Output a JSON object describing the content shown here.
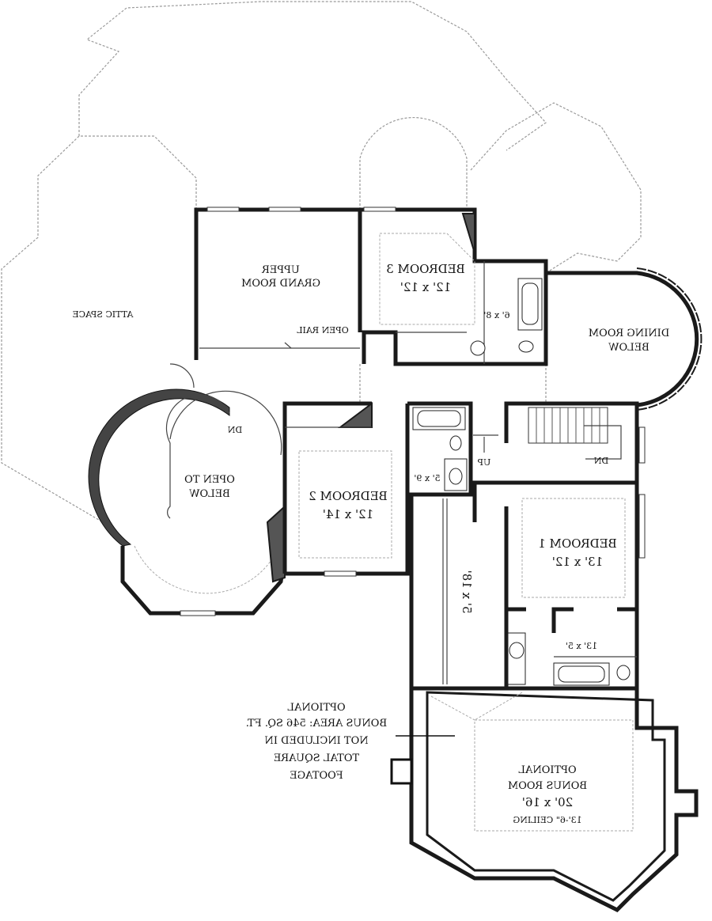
{
  "plan": {
    "attic": "ATTIC SPACE",
    "upper_grand_room": [
      "UPPER",
      "GRAND ROOM"
    ],
    "open_rail": "OPEN RAIL",
    "bedroom3": [
      "BEDROOM 3",
      "12' x 12'"
    ],
    "bath3": "6' x 8'",
    "dining": [
      "DINING ROOM",
      "BELOW"
    ],
    "spiral_dn": "DN",
    "open_below": [
      "OPEN TO",
      "BELOW"
    ],
    "bedroom2": [
      "BEDROOM 2",
      "12' x 14'"
    ],
    "bath2": "5' x 9'",
    "stair_up": "UP",
    "stair_dn": "DN",
    "bedroom1": [
      "BEDROOM 1",
      "13' x 12'"
    ],
    "hall": "5' x 18'",
    "bath1": "13' x 5'",
    "bonus_area": [
      "OPTIONAL",
      "BONUS AREA: 546 SQ. FT.",
      "NOT INCLUDED IN",
      "TOTAL SQUARE",
      "FOOTAGE"
    ],
    "bonus_room": [
      "OPTIONAL",
      "BONUS ROOM",
      "20' x 16'",
      "13'-6\" CEILING"
    ]
  }
}
